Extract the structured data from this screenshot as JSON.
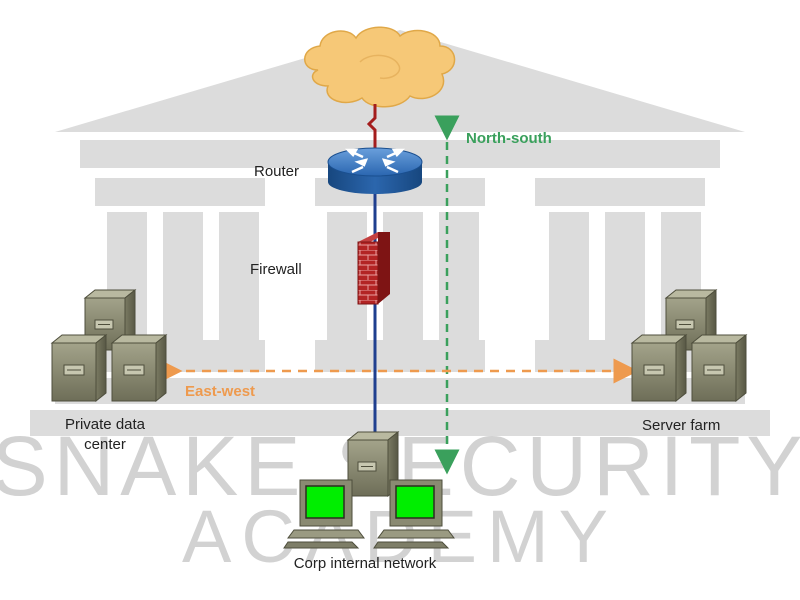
{
  "labels": {
    "router": "Router",
    "firewall": "Firewall",
    "north_south": "North-south",
    "east_west": "East-west",
    "private_dc": "Private data center",
    "server_farm": "Server farm",
    "corp_network": "Corp internal network"
  },
  "watermark": {
    "line1": "SNAKE SECURITY",
    "line2": "ACADEMY"
  },
  "colors": {
    "north_south": "#3aa05c",
    "east_west": "#ee9a4e",
    "cloud": "#f6c877",
    "router": "#1f5fa8",
    "firewall": "#a61e1e",
    "link_line": "#1f3f8f",
    "temple": "#dcdcdc"
  }
}
